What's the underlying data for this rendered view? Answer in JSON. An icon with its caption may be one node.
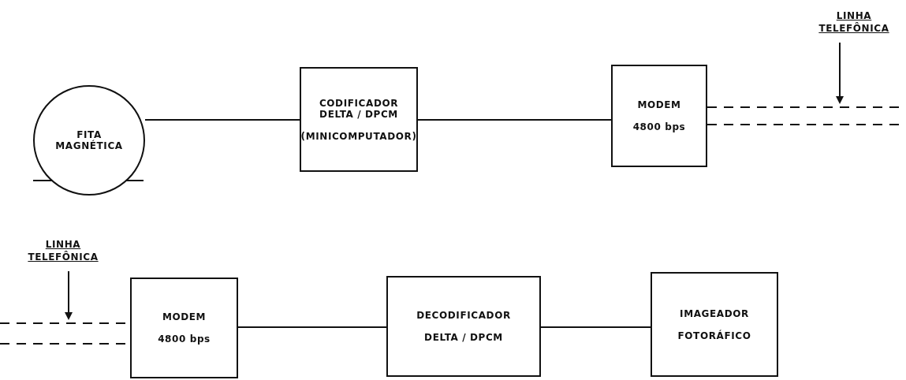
{
  "diagram": {
    "nodes": [
      {
        "text": [
          "FITA MAGNÉTICA"
        ]
      },
      {
        "text": [
          "CODIFICADOR DELTA / DPCM",
          "(MINICOMPUTADOR)"
        ]
      },
      {
        "text": [
          "MODEM",
          "4800 bps"
        ]
      },
      {
        "text": [
          "LINHA TELEFÔNICA"
        ]
      },
      {
        "text": [
          "LINHA TELEFÔNICA"
        ]
      },
      {
        "text": [
          "MODEM",
          "4800 bps"
        ]
      },
      {
        "text": [
          "DECODIFICADOR",
          "DELTA / DPCM"
        ]
      },
      {
        "text": [
          "IMAGEADOR",
          "FOTORÁFICO"
        ]
      }
    ],
    "edges": [
      {
        "from": 0,
        "to": 1,
        "arrow": "none"
      },
      {
        "from": 1,
        "to": 2,
        "arrow": "none"
      },
      {
        "from": 2,
        "to": null,
        "arrow": "none",
        "style": "dashed"
      },
      {
        "from": 2,
        "to": null,
        "arrow": "none",
        "style": "dashed"
      },
      {
        "from": 3,
        "to": null,
        "arrow": "to"
      },
      {
        "from": 4,
        "to": null,
        "arrow": "to"
      },
      {
        "from": null,
        "to": 5,
        "arrow": "none",
        "style": "dashed"
      },
      {
        "from": null,
        "to": 5,
        "arrow": "none",
        "style": "dashed"
      },
      {
        "from": 5,
        "to": 6,
        "arrow": "none"
      },
      {
        "from": 6,
        "to": 7,
        "arrow": "none"
      }
    ]
  }
}
